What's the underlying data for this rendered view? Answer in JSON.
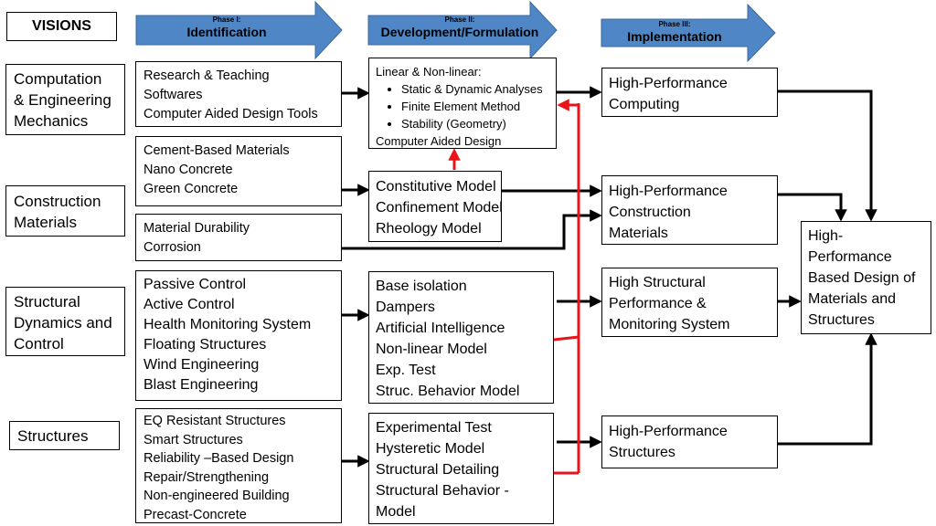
{
  "visions_label": "VISIONS",
  "phases": [
    {
      "number": "Phase I:",
      "title": "Identification"
    },
    {
      "number": "Phase II:",
      "title": "Development/Formulation"
    },
    {
      "number": "Phase III:",
      "title": "Implementation"
    }
  ],
  "visions": [
    [
      "Computation",
      "& Engineering",
      "Mechanics"
    ],
    [
      "Construction",
      "Materials"
    ],
    [
      "Structural",
      "Dynamics and",
      "Control"
    ],
    [
      "Structures"
    ]
  ],
  "identification": [
    [
      "Research & Teaching",
      "Softwares",
      "Computer Aided Design Tools"
    ],
    [
      "Cement-Based Materials",
      "Nano Concrete",
      "Green Concrete"
    ],
    [
      "Material Durability",
      "Corrosion"
    ],
    [
      "Passive Control",
      "Active Control",
      "Health Monitoring System",
      "Floating Structures",
      "Wind Engineering",
      "Blast Engineering"
    ],
    [
      "EQ Resistant Structures",
      "Smart Structures",
      "Reliability –Based Design",
      "Repair/Strengthening",
      "Non-engineered Building",
      "Precast-Concrete"
    ]
  ],
  "development": {
    "computation": {
      "heading": "Linear & Non-linear:",
      "bullets": [
        "Static &  Dynamic Analyses",
        "Finite Element Method",
        "Stability (Geometry)"
      ],
      "footer": "Computer Aided Design"
    },
    "materials": [
      "Constitutive Model",
      "Confinement Model",
      "Rheology Model"
    ],
    "dynamics": [
      "Base isolation",
      "Dampers",
      "Artificial Intelligence",
      "Non-linear Model",
      "Exp. Test",
      "Struc. Behavior Model"
    ],
    "structures": [
      "Experimental Test",
      "Hysteretic Model",
      "Structural Detailing",
      "Structural Behavior -",
      "Model"
    ]
  },
  "implementation": [
    [
      "High-Performance",
      "Computing"
    ],
    [
      "High-Performance",
      "Construction",
      "Materials"
    ],
    [
      "High Structural",
      "Performance &",
      "Monitoring System"
    ],
    [
      "High-Performance",
      "Structures"
    ]
  ],
  "final": [
    "High-",
    "Performance",
    "Based Design of",
    "Materials and",
    "Structures"
  ],
  "colors": {
    "arrow_fill": "#4f86c6",
    "arrow_stroke": "#3b6aa0",
    "feedback": "#e8141a",
    "line": "#000000"
  }
}
